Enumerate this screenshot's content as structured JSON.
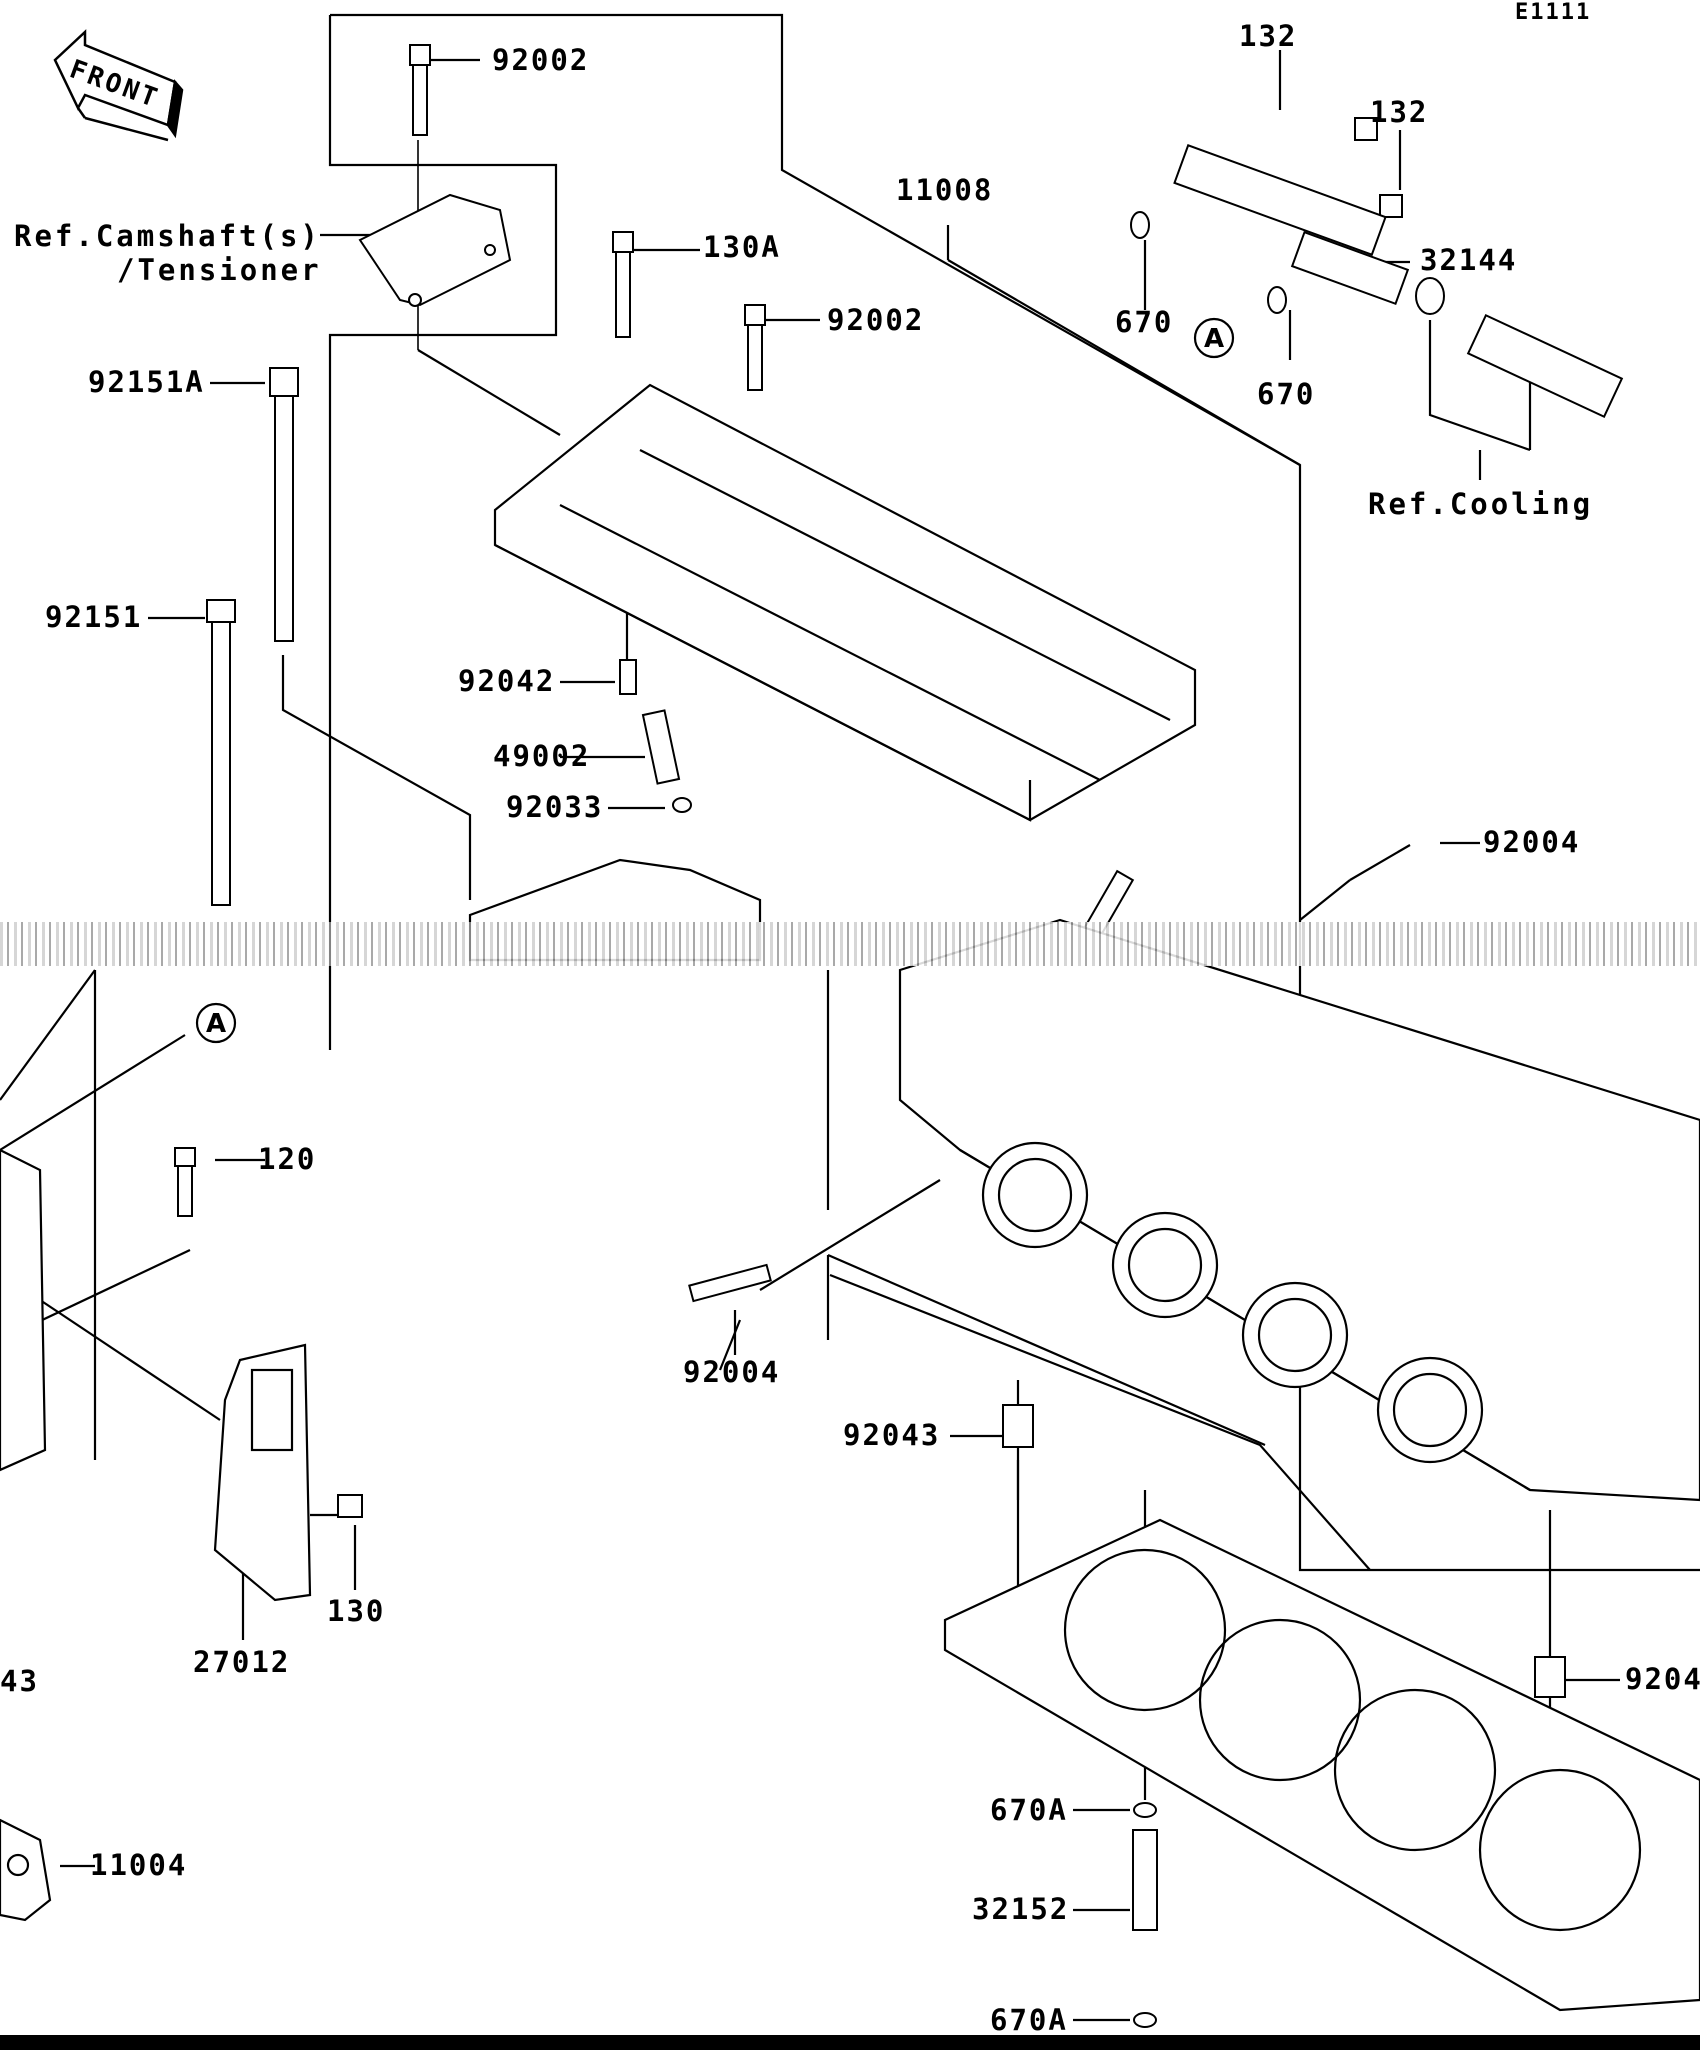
{
  "diagram_code": "E1111",
  "front_arrow": {
    "text": "FRONT",
    "icon": "front-arrow-icon"
  },
  "callout_letter": "A",
  "references": {
    "camshaft_line1": "Ref.Camshaft(s)",
    "camshaft_line2": "/Tensioner",
    "cooling": "Ref.Cooling"
  },
  "parts": {
    "p92002_top": "92002",
    "p11008": "11008",
    "p132_a": "132",
    "p132_b": "132",
    "p32144": "32144",
    "p670_a": "670",
    "p670_b": "670",
    "p130A": "130A",
    "p92002_mid": "92002",
    "p92151A": "92151A",
    "p92151": "92151",
    "p92042": "92042",
    "p49002": "49002",
    "p92033": "92033",
    "p92004_right": "92004",
    "p120": "120",
    "p92004_left": "92004",
    "p92043": "92043",
    "p130": "130",
    "p27012": "27012",
    "p43_cut": "43",
    "p9204_cut": "9204",
    "p670A_top": "670A",
    "p11004": "11004",
    "p32152": "32152",
    "p670A_bottom": "670A"
  }
}
